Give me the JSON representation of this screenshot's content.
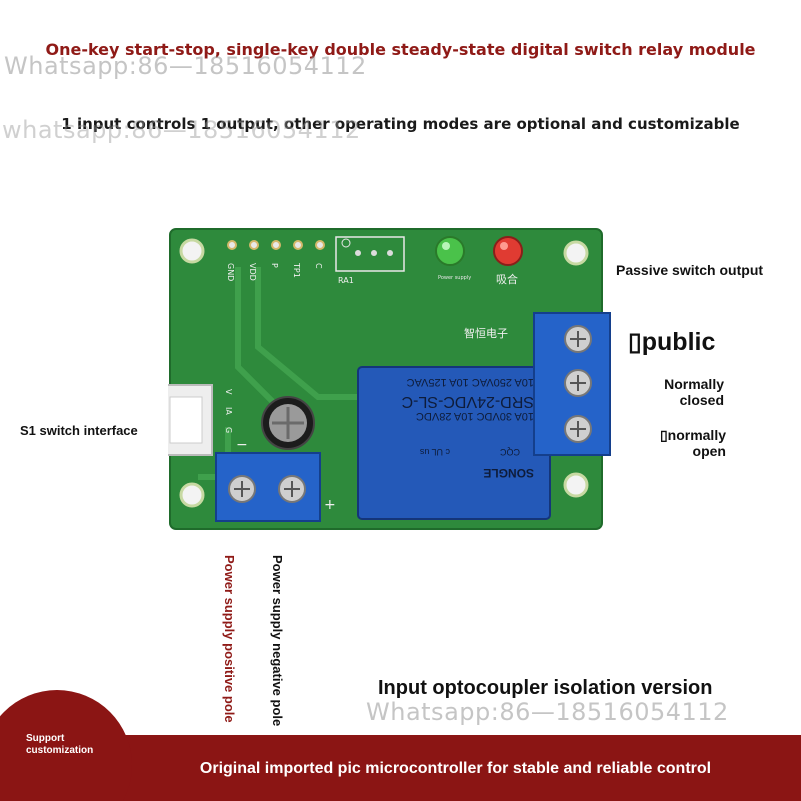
{
  "header": {
    "title": "One-key start-stop, single-key double steady-state digital switch relay module",
    "subtitle": "1 input controls 1 output, other operating modes are optional and customizable"
  },
  "watermarks": [
    "Whatsapp:86—18516054112",
    "whatsapp:86—18516054112",
    "Whatsapp:86—18516054112"
  ],
  "labels": {
    "passive_output": "Passive switch output",
    "public": "▯public",
    "normally_closed_1": "Normally",
    "normally_closed_2": "closed",
    "normally_open_1": "▯normally",
    "normally_open_2": "open",
    "s1_interface": "S1 switch interface",
    "supply_negative_1": "Power supply",
    "supply_negative_2": "negative pole",
    "supply_positive_1": "Power supply",
    "supply_positive_2": "positive pole",
    "optocoupler": "Input optocoupler isolation version"
  },
  "board": {
    "silk_pins": [
      "GND",
      "VDD",
      "P",
      "TP1",
      "C"
    ],
    "silk_ra1": "RA1",
    "silk_power": "Power supply",
    "silk_absorb": "吸合",
    "silk_brand": "智恒电子",
    "silk_input": [
      "V",
      "IA",
      "G"
    ],
    "silk_minus": "−",
    "silk_plus": "+",
    "relay": {
      "model": "SRD-24VDC-SL-C",
      "rating_1": "10A 250VAC  10A 125VAC",
      "rating_2": "10A 30VDC  10A 28VDC",
      "brand": "SONGLE",
      "cert": "CQC",
      "ul": "c UL us"
    }
  },
  "footer": {
    "badge_line1": "Support",
    "badge_line2": "customization",
    "text": "Original imported pic microcontroller for stable and reliable control"
  },
  "colors": {
    "accent_red": "#8b1514",
    "pcb_green": "#2e8a3c",
    "terminal_blue": "#2563c9",
    "relay_blue": "#2459b8"
  }
}
